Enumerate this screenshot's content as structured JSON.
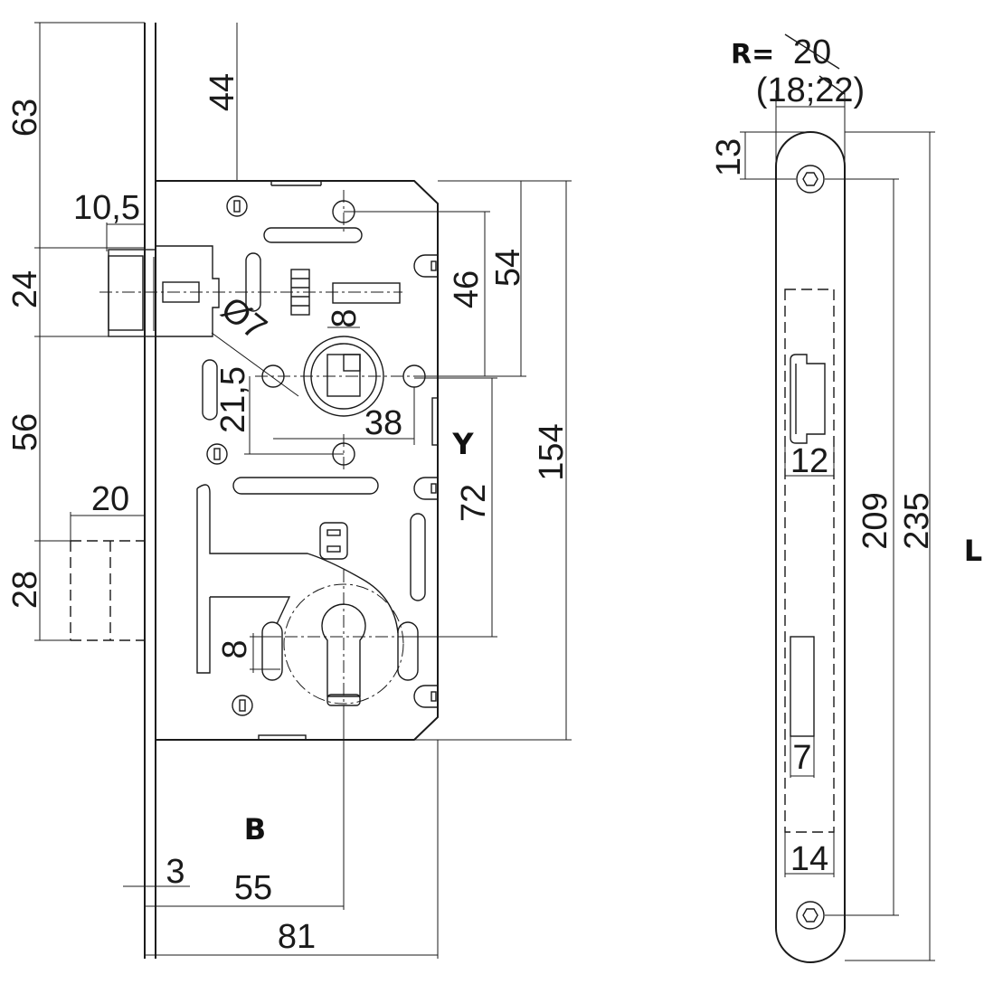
{
  "dimensions": {
    "d63": "63",
    "d24": "24",
    "d56": "56",
    "d28": "28",
    "d10_5": "10,5",
    "d44": "44",
    "d20": "20",
    "d3": "3",
    "d55": "55",
    "d81": "81",
    "d46": "46",
    "d54": "54",
    "d72": "72",
    "d154": "154",
    "d38": "38",
    "d21_5": "21,5",
    "d8_top": "8",
    "d8_bottom": "8",
    "d_phi7": "Ø7",
    "r_prefix": "R=",
    "r_value": "20",
    "r_alt": "(18;22)",
    "d13": "13",
    "d12": "12",
    "d209": "209",
    "d235": "235",
    "d7": "7",
    "d14": "14"
  },
  "labels": {
    "y": "Y",
    "b": "B",
    "l": "L"
  }
}
